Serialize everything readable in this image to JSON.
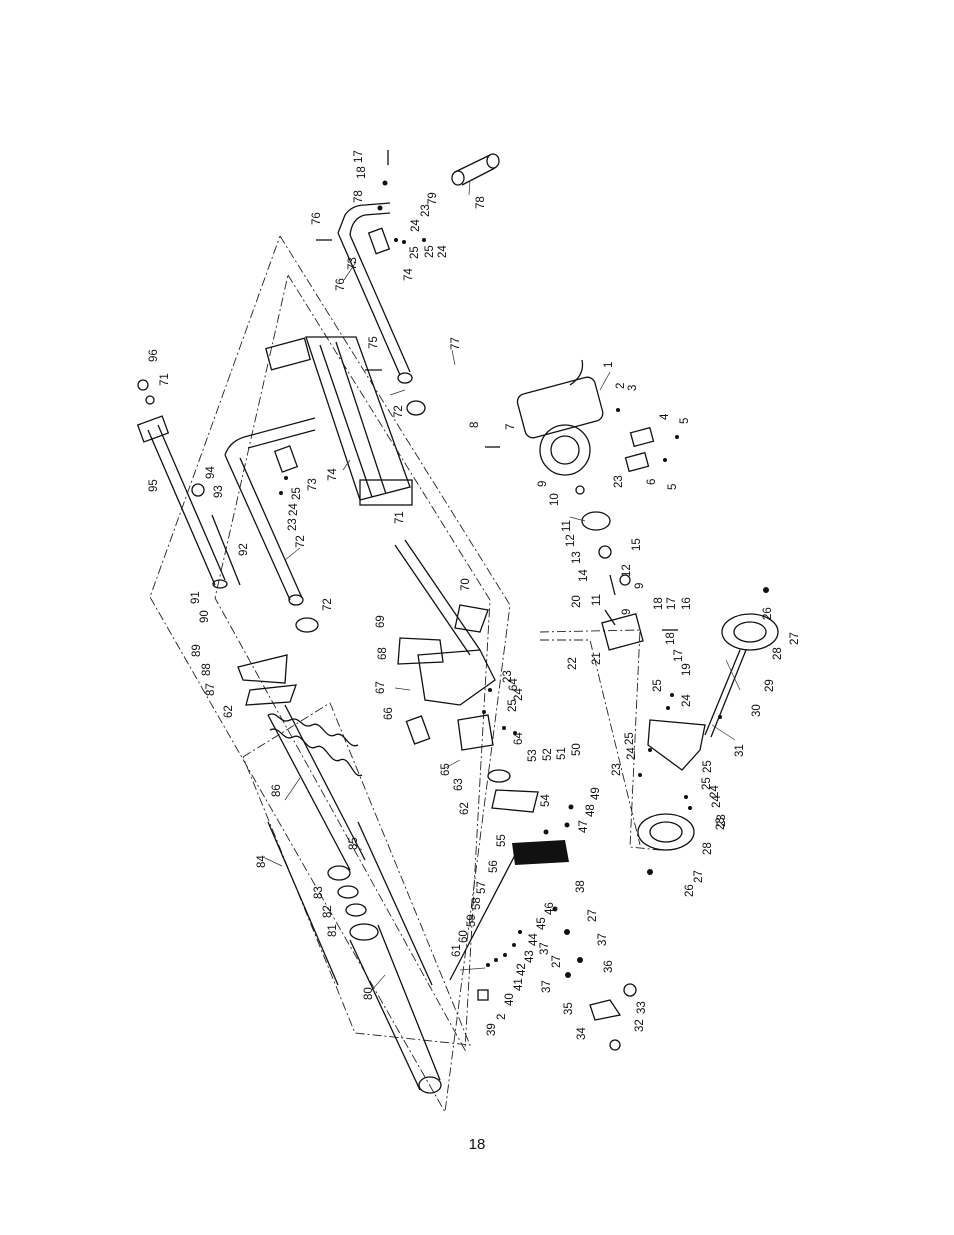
{
  "page_number": "18",
  "labels": [
    "1",
    "2",
    "3",
    "4",
    "5",
    "5",
    "6",
    "7",
    "8",
    "9",
    "9",
    "9",
    "10",
    "11",
    "11",
    "12",
    "12",
    "13",
    "14",
    "15",
    "16",
    "17",
    "17",
    "18",
    "18",
    "19",
    "20",
    "21",
    "22",
    "23",
    "23",
    "23",
    "24",
    "24",
    "24",
    "25",
    "25",
    "25",
    "26",
    "26",
    "27",
    "27",
    "28",
    "28",
    "29",
    "30",
    "31",
    "32",
    "33",
    "34",
    "35",
    "36",
    "37",
    "37",
    "37",
    "38",
    "27",
    "27",
    "39",
    "2",
    "40",
    "41",
    "42",
    "43",
    "44",
    "45",
    "46",
    "47",
    "48",
    "49",
    "50",
    "51",
    "52",
    "53",
    "54",
    "55",
    "56",
    "57",
    "58",
    "59",
    "60",
    "61",
    "62",
    "62",
    "63",
    "64",
    "64",
    "65",
    "66",
    "67",
    "68",
    "69",
    "70",
    "71",
    "71",
    "72",
    "72",
    "72",
    "73",
    "73",
    "74",
    "74",
    "75",
    "76",
    "76",
    "77",
    "78",
    "78",
    "18",
    "17",
    "79",
    "23",
    "24",
    "25",
    "25",
    "24",
    "23",
    "24",
    "25",
    "80",
    "81",
    "82",
    "83",
    "84",
    "85",
    "86",
    "87",
    "88",
    "89",
    "90",
    "91",
    "92",
    "93",
    "94",
    "95",
    "96",
    "25",
    "24",
    "23",
    "25",
    "24",
    "23"
  ]
}
